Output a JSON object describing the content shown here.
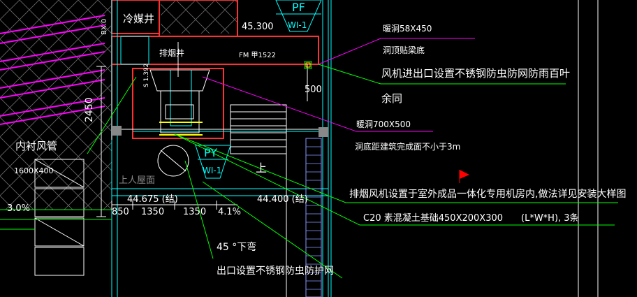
{
  "labels": {
    "cold_coal_well": "冷媒井",
    "elev_45300": "45.300",
    "pf_tag": "PF",
    "pf_id": "WI-1",
    "shaft": "排烟井",
    "fm_door": "FM 甲1522",
    "hole_top": "暖洞58X450",
    "hole_top_note": "洞顶贴梁底",
    "fan_note": "风机进出口设置不锈钢防虫防网防雨百叶",
    "same_note": "余同",
    "dim_500": "500",
    "dim_2450": "2450",
    "hole_mid": "暖洞700X500",
    "hole_mid_note": "洞底距建筑完成面不小于3m",
    "inner_duct": "内衬风管",
    "duct_size": "1600X400",
    "roof": "上人屋面",
    "py_tag": "PY",
    "py_id": "WI-1",
    "up_mark": "上",
    "exhaust_note": "排烟风机设置于室外成品一体化专用机房内,做法详见安装大样图",
    "elev_left": "44.675 (结)",
    "elev_right": "44.400 (结)",
    "dim_850": "850",
    "dim_1350a": "1350",
    "dim_1350b": "1350",
    "slope_left": "3.0%",
    "slope_mid": "4.1%",
    "foundation": "C20  素混凝土基础450X200X300",
    "lwh": "(L*W*H), 3条",
    "bend": "45 °下弯",
    "outlet_note": "出口设置不锈钢防虫防护网",
    "vertical_mark": "BX.0",
    "s_mark": "S 1.392"
  },
  "colors": {
    "bg": "#000000",
    "wall": "#ff3030",
    "hatch": "#888888",
    "cyan": "#00ffff",
    "green": "#00ff00",
    "magenta": "#ff00ff",
    "yellow": "#ffff00",
    "white": "#ffffff",
    "red_flag": "#ff0000"
  }
}
